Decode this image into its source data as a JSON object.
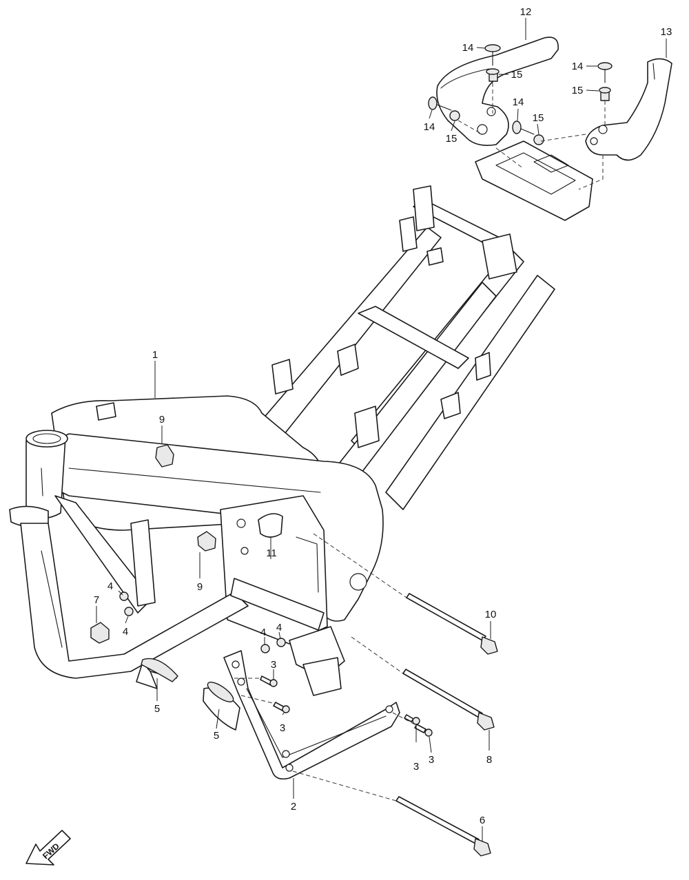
{
  "diagram": {
    "callouts": [
      {
        "id": "c1",
        "text": "1"
      },
      {
        "id": "c2",
        "text": "2"
      },
      {
        "id": "c3a",
        "text": "3"
      },
      {
        "id": "c3b",
        "text": "3"
      },
      {
        "id": "c3c",
        "text": "3"
      },
      {
        "id": "c3d",
        "text": "3"
      },
      {
        "id": "c4a",
        "text": "4"
      },
      {
        "id": "c4b",
        "text": "4"
      },
      {
        "id": "c4c",
        "text": "4"
      },
      {
        "id": "c4d",
        "text": "4"
      },
      {
        "id": "c5a",
        "text": "5"
      },
      {
        "id": "c5b",
        "text": "5"
      },
      {
        "id": "c6",
        "text": "6"
      },
      {
        "id": "c7",
        "text": "7"
      },
      {
        "id": "c8",
        "text": "8"
      },
      {
        "id": "c9a",
        "text": "9"
      },
      {
        "id": "c9b",
        "text": "9"
      },
      {
        "id": "c10",
        "text": "10"
      },
      {
        "id": "c11",
        "text": "11"
      },
      {
        "id": "c12",
        "text": "12"
      },
      {
        "id": "c13",
        "text": "13"
      },
      {
        "id": "c14a",
        "text": "14"
      },
      {
        "id": "c14b",
        "text": "14"
      },
      {
        "id": "c14c",
        "text": "14"
      },
      {
        "id": "c14d",
        "text": "14"
      },
      {
        "id": "c15a",
        "text": "15"
      },
      {
        "id": "c15b",
        "text": "15"
      },
      {
        "id": "c15c",
        "text": "15"
      },
      {
        "id": "c15d",
        "text": "15"
      }
    ],
    "fwd_label": "FWD"
  }
}
